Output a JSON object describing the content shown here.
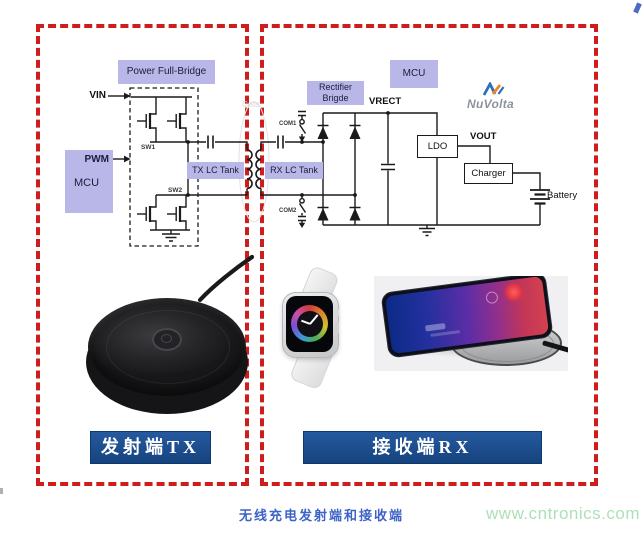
{
  "tx": {
    "label": "发射端TX",
    "power_full_bridge": "Power Full-Bridge",
    "vin": "VIN",
    "pwm": "PWM",
    "mcu": "MCU",
    "tank": "TX LC Tank",
    "sw1": "SW1",
    "sw2": "SW2"
  },
  "coupling": {
    "coils": "Coils"
  },
  "rx": {
    "label": "接收端RX",
    "rectifier_line1": "Rectifier",
    "rectifier_line2": "Brigde",
    "vrect": "VRECT",
    "mcu": "MCU",
    "tank": "RX LC Tank",
    "com1": "COM1",
    "com2": "COM2",
    "ldo": "LDO",
    "vout": "VOUT",
    "charger": "Charger",
    "battery": "Battery",
    "brand": "NuVolta"
  },
  "footer": {
    "caption": "无线充电发射端和接收端",
    "watermark": "www.cntronics.com"
  },
  "colors": {
    "dashed_border_red": "#cf1d1d",
    "schematic_box_lavender": "#b8b7e8",
    "label_blue": "#1b4e9e",
    "caption_blue": "#3e63c6",
    "watermark_green": "#aee0b8",
    "logo_blue": "#2f6fb7",
    "logo_orange": "#e8872e"
  }
}
